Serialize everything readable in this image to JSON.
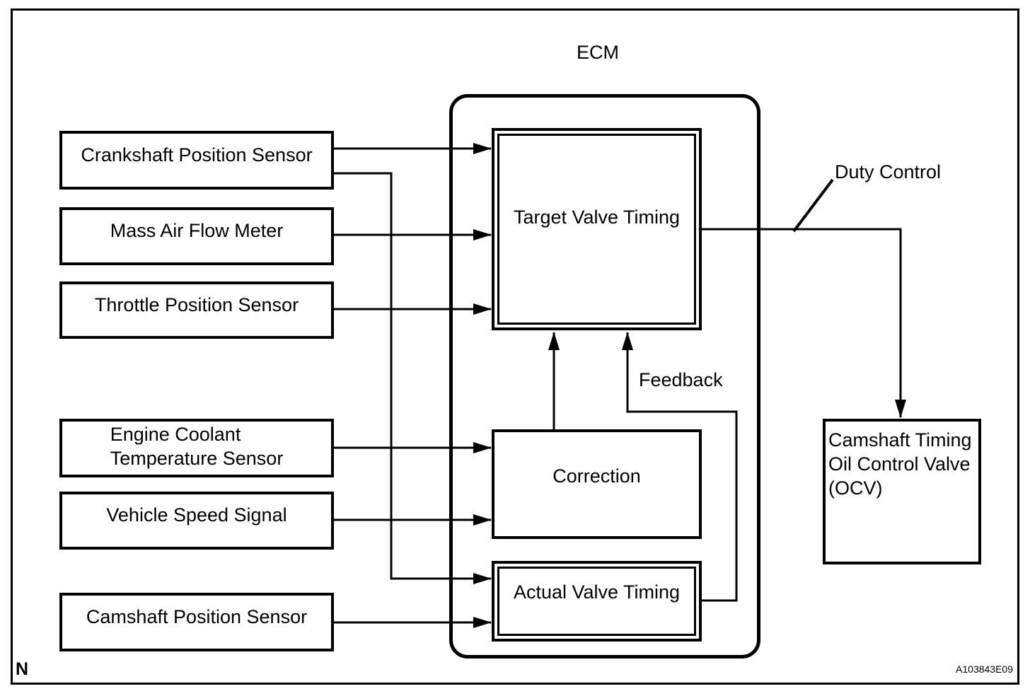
{
  "diagram": {
    "title": "ECM",
    "sensors": {
      "crankshaft": "Crankshaft Position Sensor",
      "mass_air_flow": "Mass Air Flow Meter",
      "throttle": "Throttle Position Sensor",
      "engine_coolant_line1": "Engine Coolant",
      "engine_coolant_line2": "Temperature Sensor",
      "vehicle_speed": "Vehicle Speed Signal",
      "camshaft": "Camshaft Position Sensor"
    },
    "blocks": {
      "target_valve_timing": "Target Valve Timing",
      "correction": "Correction",
      "actual_valve_timing": "Actual Valve Timing",
      "ocv_line1": "Camshaft Timing",
      "ocv_line2": "Oil Control Valve",
      "ocv_line3": "(OCV)"
    },
    "annotations": {
      "duty_control": "Duty Control",
      "feedback": "Feedback"
    },
    "footer": {
      "note_marker": "N",
      "figure_code": "A103843E09"
    },
    "colors": {
      "ink": "#000000",
      "background": "#ffffff"
    }
  }
}
